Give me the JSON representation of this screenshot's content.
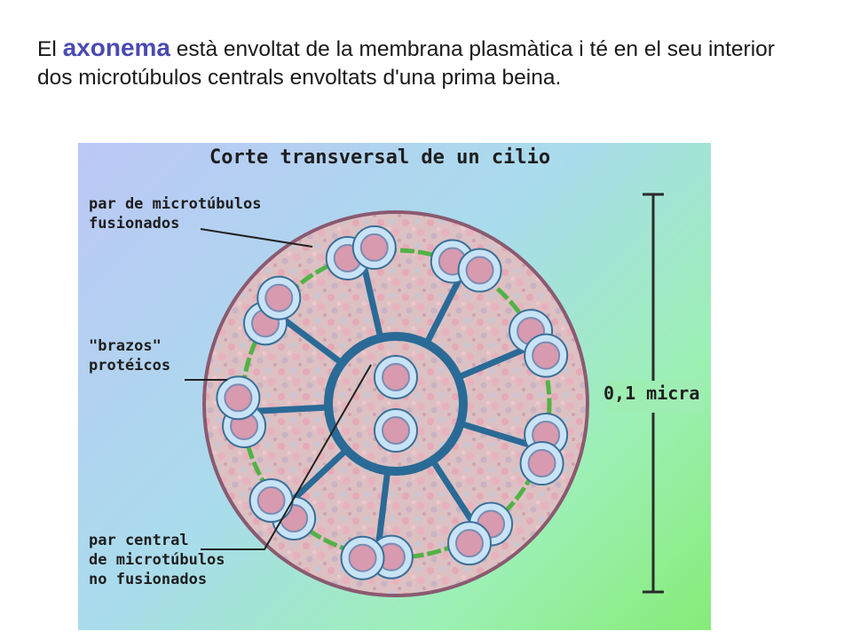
{
  "caption": {
    "before": "El ",
    "keyword": "axonema",
    "after": " està envoltat de la membrana plasmàtica i té en el seu interior dos microtúbulos centrals envoltats d'una prima beina."
  },
  "figure": {
    "title": "Corte transversal de un cilio",
    "labels": {
      "fused": "par de microtúbulos\nfusionados",
      "arms": "\"brazos\"\nprotéicos",
      "central": "par central\nde microtúbulos\nno fusionados",
      "scale": "0,1 micra"
    },
    "colors": {
      "keyword": "#4a4ab3",
      "membrane": "#8a5a70",
      "spokes": "#2a6a96",
      "arms_ring": "#52b246",
      "tubule_ring": "#c8e3f6",
      "tubule_core": "#d89aae"
    },
    "counts": {
      "outer_doublets": 9,
      "central_tubules": 2
    }
  }
}
